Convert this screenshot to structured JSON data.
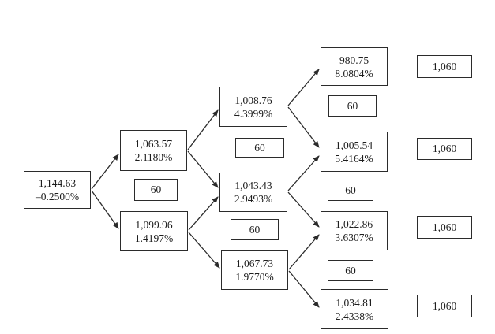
{
  "diagram": {
    "type": "binomial-interest-rate-tree",
    "colors": {
      "line": "#2b2b2b",
      "background": "#ffffff",
      "text": "#1e1e1e"
    },
    "nodes": [
      {
        "id": "t0",
        "value": "1,144.63",
        "rate": "–0.2500%"
      },
      {
        "id": "t1-up",
        "value": "1,063.57",
        "rate": "2.1180%"
      },
      {
        "id": "t1-dn",
        "value": "1,099.96",
        "rate": "1.4197%"
      },
      {
        "id": "t2-uu",
        "value": "1,008.76",
        "rate": "4.3999%"
      },
      {
        "id": "t2-ud",
        "value": "1,043.43",
        "rate": "2.9493%"
      },
      {
        "id": "t2-dd",
        "value": "1,067.73",
        "rate": "1.9770%"
      },
      {
        "id": "t3-uuu",
        "value": "980.75",
        "rate": "8.0804%"
      },
      {
        "id": "t3-uud",
        "value": "1,005.54",
        "rate": "5.4164%"
      },
      {
        "id": "t3-udd",
        "value": "1,022.86",
        "rate": "3.6307%"
      },
      {
        "id": "t3-ddd",
        "value": "1,034.81",
        "rate": "2.4338%"
      }
    ],
    "coupons": [
      "60",
      "60",
      "60",
      "60",
      "60",
      "60"
    ],
    "payoffs": [
      "1,060",
      "1,060",
      "1,060",
      "1,060"
    ],
    "edges": [
      [
        "t0",
        "t1-up"
      ],
      [
        "t0",
        "t1-dn"
      ],
      [
        "t1-up",
        "t2-uu"
      ],
      [
        "t1-up",
        "t2-ud"
      ],
      [
        "t1-dn",
        "t2-ud"
      ],
      [
        "t1-dn",
        "t2-dd"
      ],
      [
        "t2-uu",
        "t3-uuu"
      ],
      [
        "t2-uu",
        "t3-uud"
      ],
      [
        "t2-ud",
        "t3-uud"
      ],
      [
        "t2-ud",
        "t3-udd"
      ],
      [
        "t2-dd",
        "t3-udd"
      ],
      [
        "t2-dd",
        "t3-ddd"
      ]
    ]
  }
}
